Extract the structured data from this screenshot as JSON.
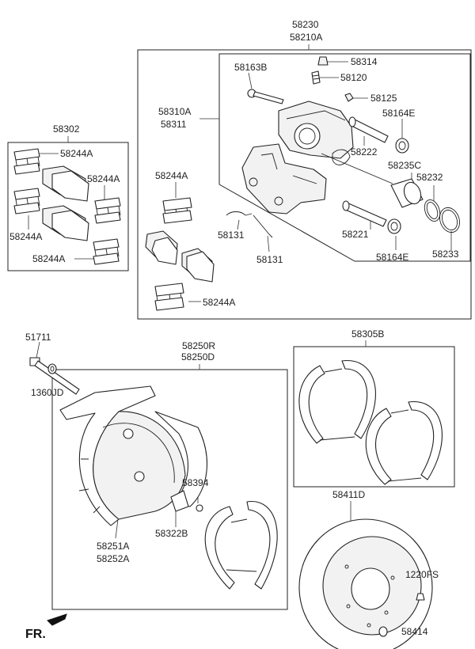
{
  "labels": {
    "caliper_top_1": "58230",
    "caliper_top_2": "58210A",
    "p58163B": "58163B",
    "p58314": "58314",
    "p58120": "58120",
    "p58125": "58125",
    "p58164E_a": "58164E",
    "p58310A": "58310A",
    "p58311": "58311",
    "p58222": "58222",
    "p58235C": "58235C",
    "p58232": "58232",
    "p58244A_mid_top": "58244A",
    "p58221": "58221",
    "p58131_a": "58131",
    "p58131_b": "58131",
    "p58164E_b": "58164E",
    "p58233": "58233",
    "p58244A_mid_bot": "58244A",
    "p58302": "58302",
    "p58244A_l1": "58244A",
    "p58244A_l2": "58244A",
    "p58244A_l3": "58244A",
    "p58244A_l4": "58244A",
    "p51711": "51711",
    "p1360JD": "1360JD",
    "p58250R": "58250R",
    "p58250D": "58250D",
    "p58305B": "58305B",
    "p58394": "58394",
    "p58322B": "58322B",
    "p58251A": "58251A",
    "p58252A": "58252A",
    "p58411D": "58411D",
    "p1220FS": "1220FS",
    "p58414": "58414",
    "front": "FR."
  }
}
